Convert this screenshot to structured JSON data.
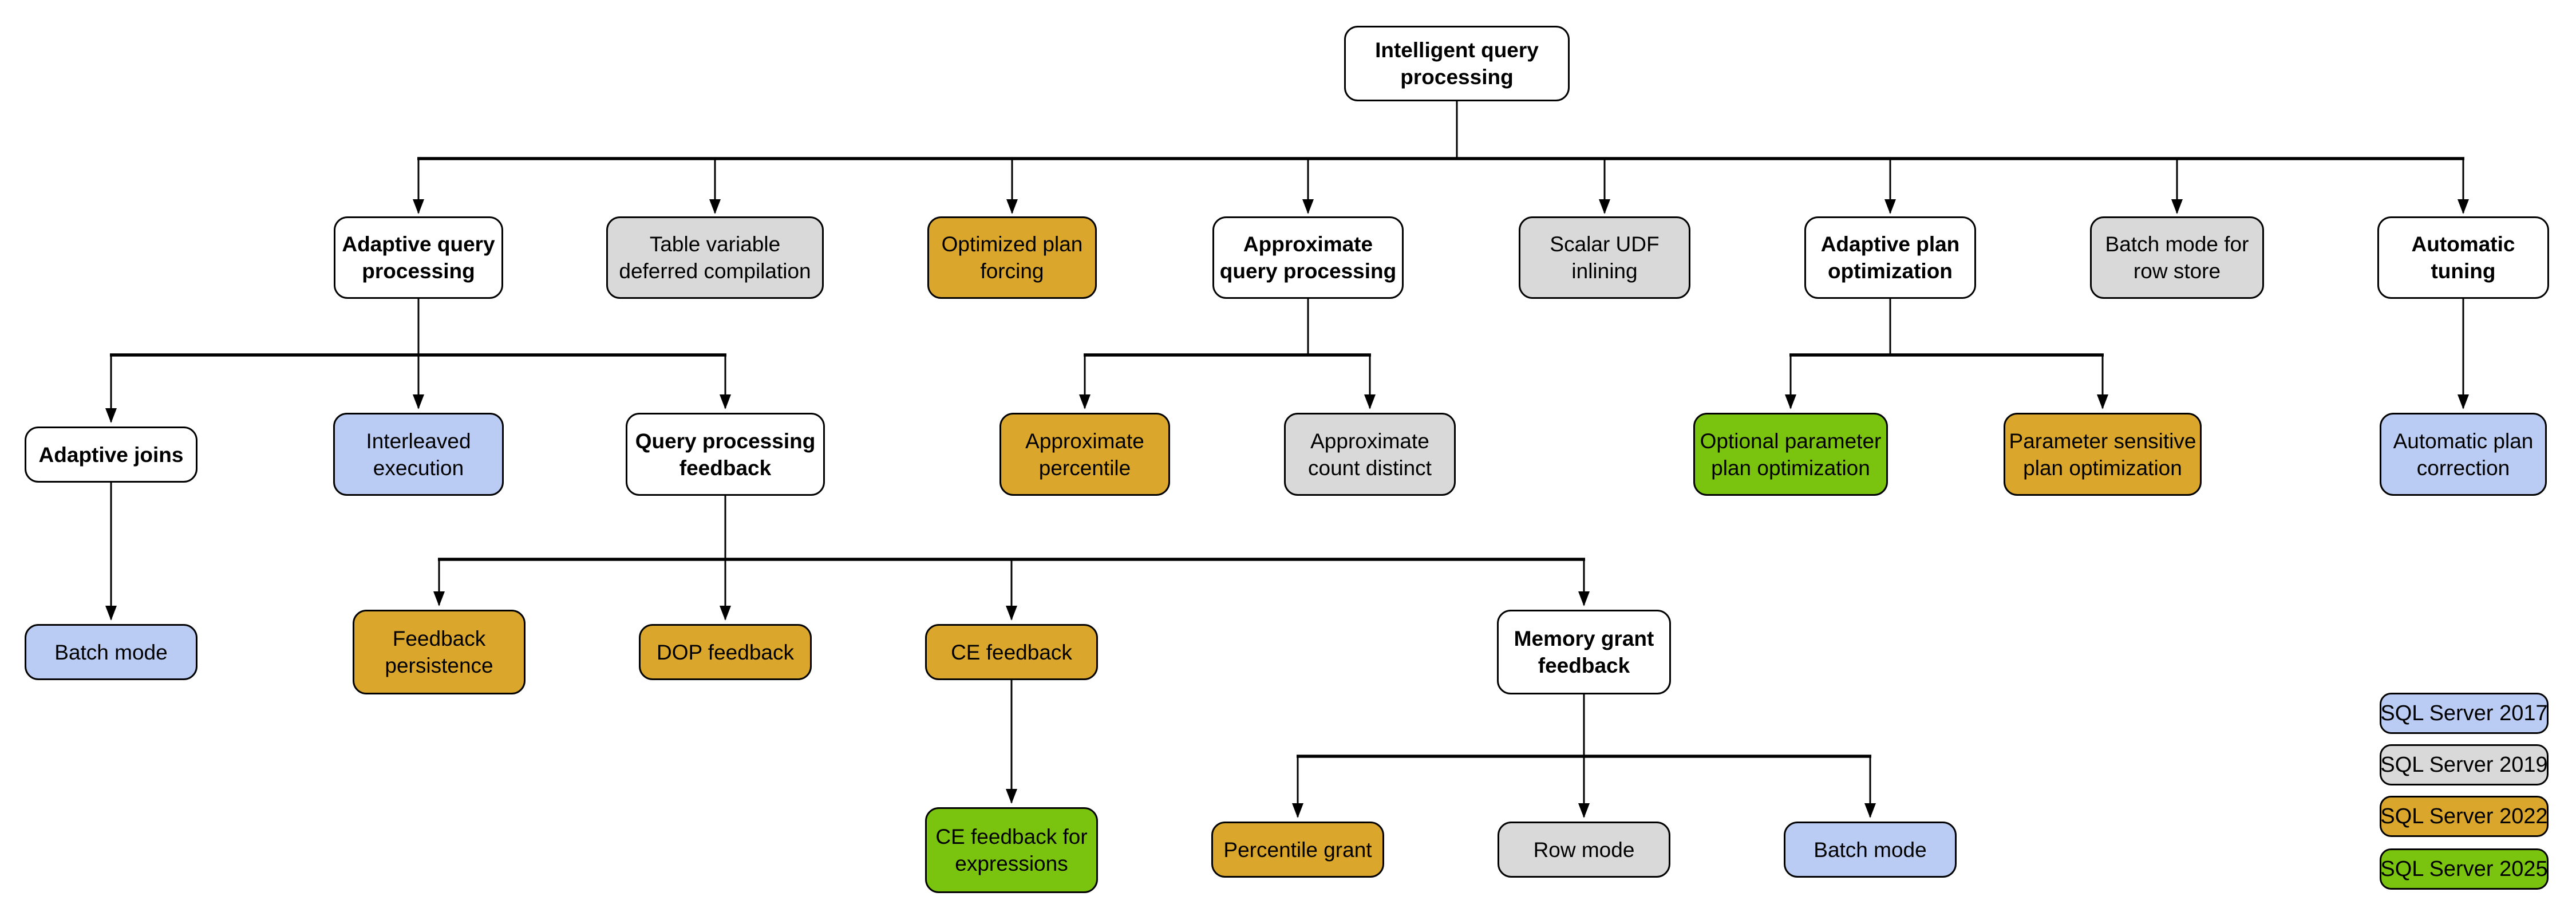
{
  "diagram_title": "Intelligent query processing",
  "colors": {
    "white": "#FFFFFF",
    "blue": "#BACCF3",
    "gray": "#D9D9D9",
    "orange": "#DAA62B",
    "green": "#7AC410"
  },
  "nodes": [
    {
      "id": "intelligent-query-processing",
      "label": "Intelligent query\nprocessing",
      "fill": "white"
    },
    {
      "id": "adaptive-query-processing",
      "label": "Adaptive query\nprocessing",
      "fill": "white"
    },
    {
      "id": "table-variable-deferred-compilation",
      "label": "Table variable\ndeferred compilation",
      "fill": "gray"
    },
    {
      "id": "optimized-plan-forcing",
      "label": "Optimized plan\nforcing",
      "fill": "orange"
    },
    {
      "id": "approximate-query-processing",
      "label": "Approximate\nquery processing",
      "fill": "white"
    },
    {
      "id": "scalar-udf-inlining",
      "label": "Scalar UDF\ninlining",
      "fill": "gray"
    },
    {
      "id": "adaptive-plan-optimization",
      "label": "Adaptive plan\noptimization",
      "fill": "white"
    },
    {
      "id": "batch-mode-for-row-store",
      "label": "Batch mode for\nrow store",
      "fill": "gray"
    },
    {
      "id": "automatic-tuning",
      "label": "Automatic\ntuning",
      "fill": "white"
    },
    {
      "id": "adaptive-joins",
      "label": "Adaptive joins",
      "fill": "white"
    },
    {
      "id": "interleaved-execution",
      "label": "Interleaved\nexecution",
      "fill": "blue"
    },
    {
      "id": "query-processing-feedback",
      "label": "Query processing\nfeedback",
      "fill": "white"
    },
    {
      "id": "approximate-percentile",
      "label": "Approximate\npercentile",
      "fill": "orange"
    },
    {
      "id": "approximate-count-distinct",
      "label": "Approximate\ncount distinct",
      "fill": "gray"
    },
    {
      "id": "optional-parameter-plan-optimization",
      "label": "Optional parameter\nplan optimization",
      "fill": "green"
    },
    {
      "id": "parameter-sensitive-plan-optimization",
      "label": "Parameter sensitive\nplan optimization",
      "fill": "orange"
    },
    {
      "id": "automatic-plan-correction",
      "label": "Automatic plan\ncorrection",
      "fill": "blue"
    },
    {
      "id": "batch-mode-adaptive-joins",
      "label": "Batch mode",
      "fill": "blue"
    },
    {
      "id": "feedback-persistence",
      "label": "Feedback\npersistence",
      "fill": "orange"
    },
    {
      "id": "dop-feedback",
      "label": "DOP feedback",
      "fill": "orange"
    },
    {
      "id": "ce-feedback",
      "label": "CE feedback",
      "fill": "orange"
    },
    {
      "id": "memory-grant-feedback",
      "label": "Memory grant\nfeedback",
      "fill": "white"
    },
    {
      "id": "ce-feedback-for-expressions",
      "label": "CE feedback for\nexpressions",
      "fill": "green"
    },
    {
      "id": "percentile-grant",
      "label": "Percentile grant",
      "fill": "orange"
    },
    {
      "id": "row-mode",
      "label": "Row mode",
      "fill": "gray"
    },
    {
      "id": "batch-mode-memory-grant",
      "label": "Batch mode",
      "fill": "blue"
    }
  ],
  "legend": [
    {
      "label": "SQL Server 2017",
      "fill": "blue"
    },
    {
      "label": "SQL Server 2019",
      "fill": "gray"
    },
    {
      "label": "SQL Server 2022",
      "fill": "orange"
    },
    {
      "label": "SQL Server 2025",
      "fill": "green"
    }
  ]
}
